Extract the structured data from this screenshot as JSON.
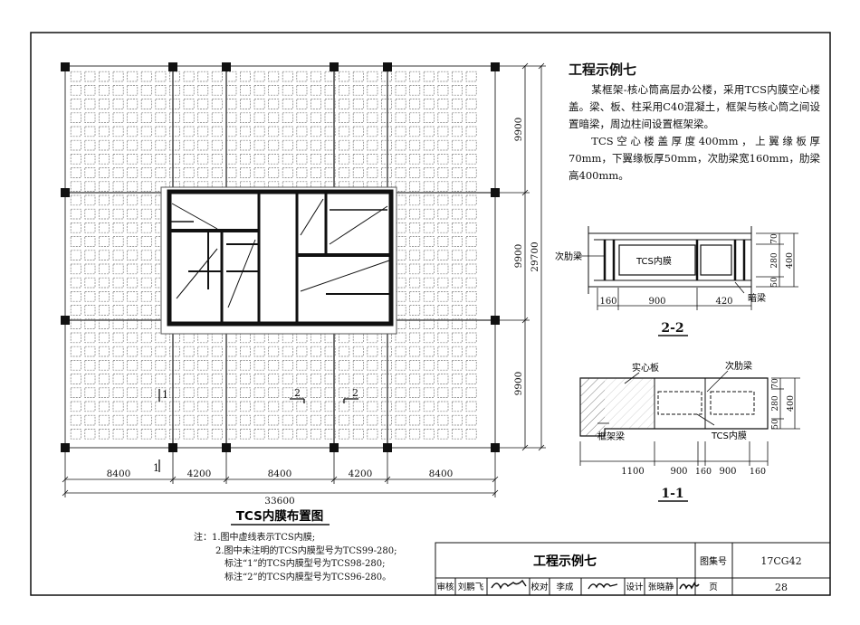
{
  "description": {
    "title": "工程示例七",
    "para1": "某框架-核心筒高层办公楼，采用TCS内膜空心楼盖。梁、板、柱采用C40混凝土，框架与核心筒之间设置暗梁，周边柱间设置框架梁。",
    "para2": "TCS空心楼盖厚度400mm，上翼缘板厚70mm，下翼缘板厚50mm，次肋梁宽160mm，肋梁高400mm。"
  },
  "plan": {
    "title": "TCS内膜布置图",
    "dims_bottom": [
      "8400",
      "4200",
      "8400",
      "4200",
      "8400"
    ],
    "dim_total_x": "33600",
    "dims_right": [
      "9900",
      "9900",
      "9900"
    ],
    "dim_total_y": "29700",
    "mark1": "1",
    "mark2": "2"
  },
  "notes": [
    "注：1.图中虚线表示TCS内膜;",
    "2.图中未注明的TCS内膜型号为TCS99-280;",
    "标注“1”的TCS内膜型号为TCS98-280;",
    "标注“2”的TCS内膜型号为TCS96-280。"
  ],
  "section22": {
    "label_rib": "次肋梁",
    "label_tcs": "TCS内膜",
    "label_hidden_beam": "暗梁",
    "dims_h": [
      "160",
      "900",
      "420"
    ],
    "dims_v": [
      "70",
      "280",
      "50"
    ],
    "dim_total": "400",
    "title": "2-2"
  },
  "section11": {
    "label_solid": "实心板",
    "label_rib": "次肋梁",
    "label_frame": "框架梁",
    "label_tcs": "TCS内膜",
    "dims_h": [
      "1100",
      "900",
      "160",
      "900",
      "160"
    ],
    "dims_v": [
      "70",
      "280",
      "50"
    ],
    "dim_total": "400",
    "title": "1-1"
  },
  "titleblock": {
    "title": "工程示例七",
    "atlas_label": "图集号",
    "atlas_no": "17CG42",
    "review_label": "审核",
    "reviewer": "刘鹏飞",
    "check_label": "校对",
    "checker": "李成",
    "design_label": "设计",
    "designer": "张晓静",
    "page_label": "页",
    "page_no": "28"
  }
}
